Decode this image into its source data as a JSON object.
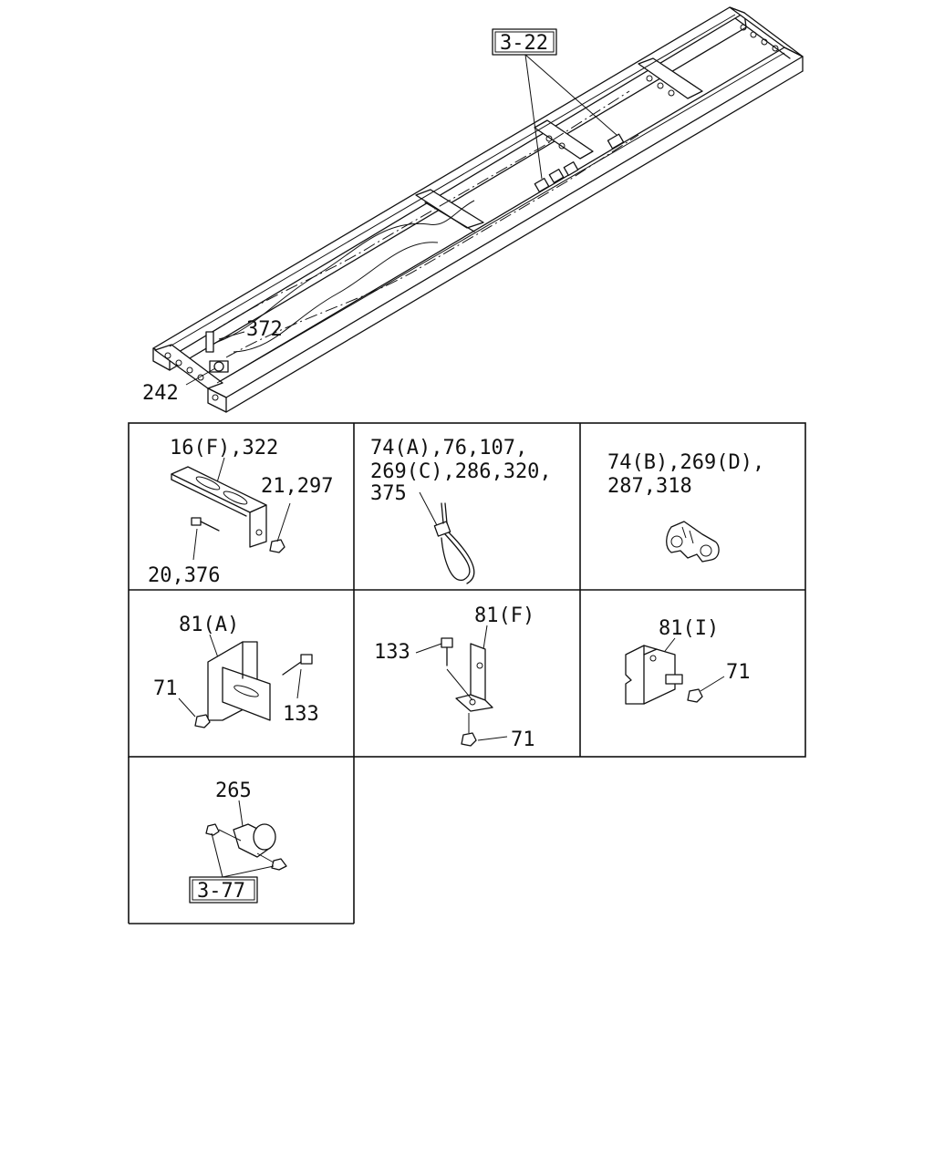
{
  "frame": {
    "ref_box": "3-22",
    "callout_top": "372",
    "callout_bottom": "242"
  },
  "cells": {
    "r1c1": {
      "label_a": "16(F),322",
      "label_b": "21,297",
      "label_c": "20,376"
    },
    "r1c2": {
      "line1": "74(A),76,107,",
      "line2": "269(C),286,320,",
      "line3": "375"
    },
    "r1c3": {
      "line1": "74(B),269(D),",
      "line2": "287,318"
    },
    "r2c1": {
      "label_a": "81(A)",
      "label_b": "71",
      "label_c": "133"
    },
    "r2c2": {
      "label_a": "81(F)",
      "label_b": "133",
      "label_c": "71"
    },
    "r2c3": {
      "label_a": "81(I)",
      "label_b": "71"
    },
    "r3c1": {
      "label_a": "265",
      "ref_box": "3-77"
    }
  }
}
